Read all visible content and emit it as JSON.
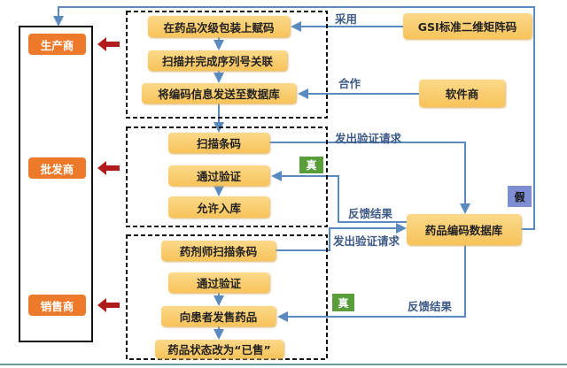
{
  "actors": {
    "manufacturer": "生产商",
    "wholesaler": "批发商",
    "retailer": "销售商"
  },
  "manufacturer_steps": [
    "在药品次级包装上赋码",
    "扫描并完成序列号关联",
    "将编码信息发送至数据库"
  ],
  "wholesaler_steps": [
    "扫描条码",
    "通过验证",
    "允许入库"
  ],
  "retailer_steps": [
    "药剂师扫描条码",
    "通过验证",
    "向患者发售药品",
    "药品状态改为“已售”"
  ],
  "external": {
    "gs1": "GSI标准二维矩阵码",
    "software": "软件商",
    "database": "药品编码数据库"
  },
  "edge_labels": {
    "adopt": "采用",
    "cooperate": "合作",
    "verify_request_1": "发出验证请求",
    "feedback_1": "反馈结果",
    "verify_request_2": "发出验证请求",
    "feedback_2": "反馈结果"
  },
  "tags": {
    "true_1": "真",
    "true_2": "真",
    "fake": "假"
  },
  "colors": {
    "node": "#f7c35a",
    "actor": "#ec7a2a",
    "line": "#5b8ac0",
    "true": "#5a9e3c",
    "fake": "#7e8ed0",
    "arrow_red": "#b01c1c"
  }
}
